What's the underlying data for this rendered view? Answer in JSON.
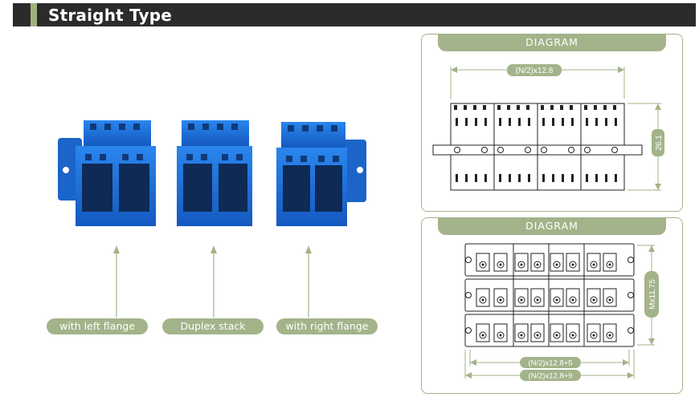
{
  "header": {
    "title": "Straight Type"
  },
  "callouts": {
    "left": "with left flange",
    "middle": "Duplex stack",
    "right": "with right flange"
  },
  "diagram_top": {
    "heading": "DIAGRAM",
    "width_label": "(N/2)x12.8",
    "height_label": "26.1"
  },
  "diagram_bottom": {
    "heading": "DIAGRAM",
    "height_label": "Mx11.75",
    "width_label_1": "(N/2)x12.8+5",
    "width_label_2": "(N/2)x12.8+9"
  },
  "colors": {
    "accent": "#a3b38a",
    "header_bg": "#2b2b2b",
    "adapter_blue": "#1a6fd6",
    "adapter_dark": "#0e2a55"
  }
}
